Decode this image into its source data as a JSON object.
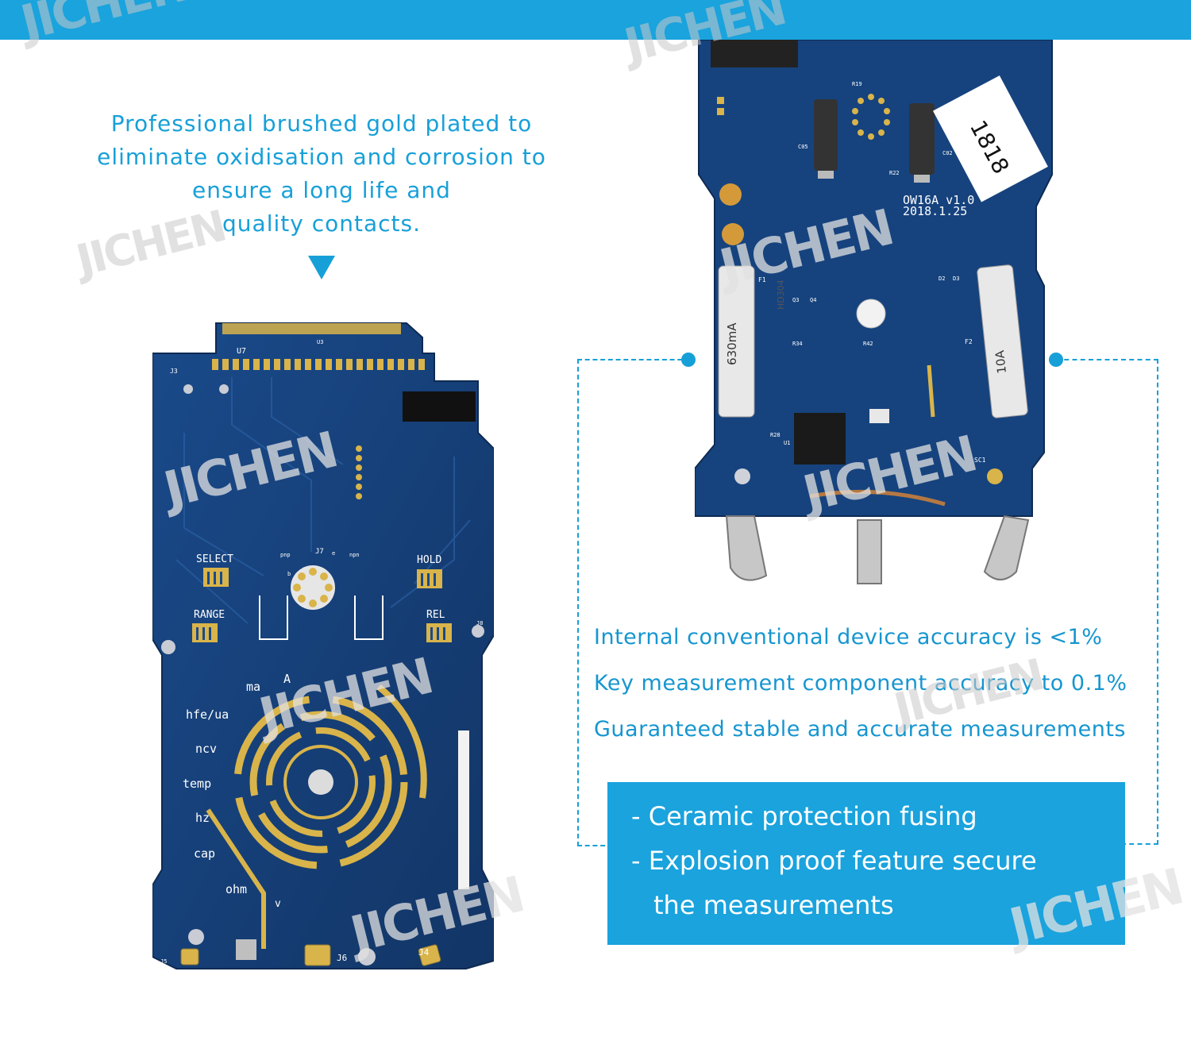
{
  "watermark": {
    "brand": "JICHEN"
  },
  "caption": {
    "line1": "Professional brushed gold plated to",
    "line2": "eliminate oxidisation and corrosion to",
    "line3": "ensure a long life and",
    "line4": "quality contacts."
  },
  "left_board": {
    "labels": {
      "u7": "U7",
      "u3": "U3",
      "j3": "J3",
      "j7": "J7",
      "j8": "J8",
      "pnp": "pnp",
      "npn": "npn",
      "b": "b",
      "e": "e",
      "select": "SELECT",
      "hold": "HOLD",
      "range": "RANGE",
      "rel": "REL",
      "ma": "ma",
      "a": "A",
      "hfe_ua": "hfe/ua",
      "ncv": "ncv",
      "temp": "temp",
      "hz": "hz",
      "cap": "cap",
      "ohm": "ohm",
      "v": "v",
      "j5": "J5",
      "j6": "J6",
      "j4": "J4"
    }
  },
  "right_board": {
    "labels": {
      "sticker": "1818",
      "model": "OW16A   v1.0",
      "date": "2018.1.25",
      "fuse1": "630mA",
      "fuse1_code": "HD304",
      "fuse2": "10A",
      "f1": "F1",
      "f2": "F2",
      "sc1": "SC1",
      "d2": "D2",
      "d3": "D3",
      "q3": "Q3",
      "q4": "Q4",
      "r34": "R34",
      "r42": "R42",
      "r28": "R28",
      "u1": "U1",
      "c05": "C05",
      "c02": "C02",
      "r19": "R19",
      "r22": "R22"
    }
  },
  "features": {
    "line1": "Internal conventional device accuracy is <1%",
    "line2": "Key measurement component accuracy to 0.1%",
    "line3": "Guaranteed stable and accurate measurements"
  },
  "bluebox": {
    "item1": "- Ceramic protection fusing",
    "item2": "- Explosion proof feature secure",
    "item3": "the measurements"
  },
  "colors": {
    "accent": "#1aa3dd",
    "pcb": "#163f78",
    "gold": "#d9b44a"
  }
}
